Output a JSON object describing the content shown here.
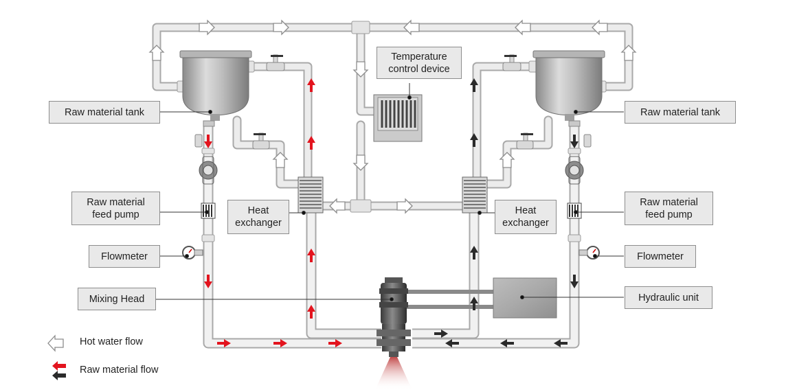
{
  "labels": {
    "temperature_control": "Temperature\ncontrol device",
    "raw_tank_left": "Raw material tank",
    "raw_tank_right": "Raw material tank",
    "feed_pump_left": "Raw material\nfeed pump",
    "feed_pump_right": "Raw material\nfeed pump",
    "heat_exchanger_left": "Heat\nexchanger",
    "heat_exchanger_right": "Heat\nexchanger",
    "flowmeter_left": "Flowmeter",
    "flowmeter_right": "Flowmeter",
    "mixing_head": "Mixing Head",
    "hydraulic_unit": "Hydraulic unit"
  },
  "legend": {
    "hot_water": "Hot water flow",
    "raw_material": "Raw material flow"
  },
  "colors": {
    "raw_flow_red": "#e3141e",
    "raw_flow_dark": "#2b2b2b",
    "hot_water_arrow": "#ffffff",
    "pipe": "#cfcfcf",
    "label_bg": "#e9e9e9"
  }
}
